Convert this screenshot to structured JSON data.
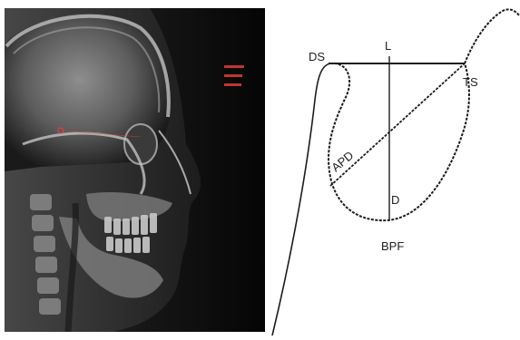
{
  "xray": {
    "annotations": [
      "",
      "",
      ""
    ],
    "annotation_color": "#e0403a"
  },
  "diagram": {
    "labels": {
      "ds": "DS",
      "l": "L",
      "ts": "TS",
      "apd": "APD",
      "d": "D",
      "bpf": "BPF"
    },
    "line_color": "#1c1c1c"
  }
}
